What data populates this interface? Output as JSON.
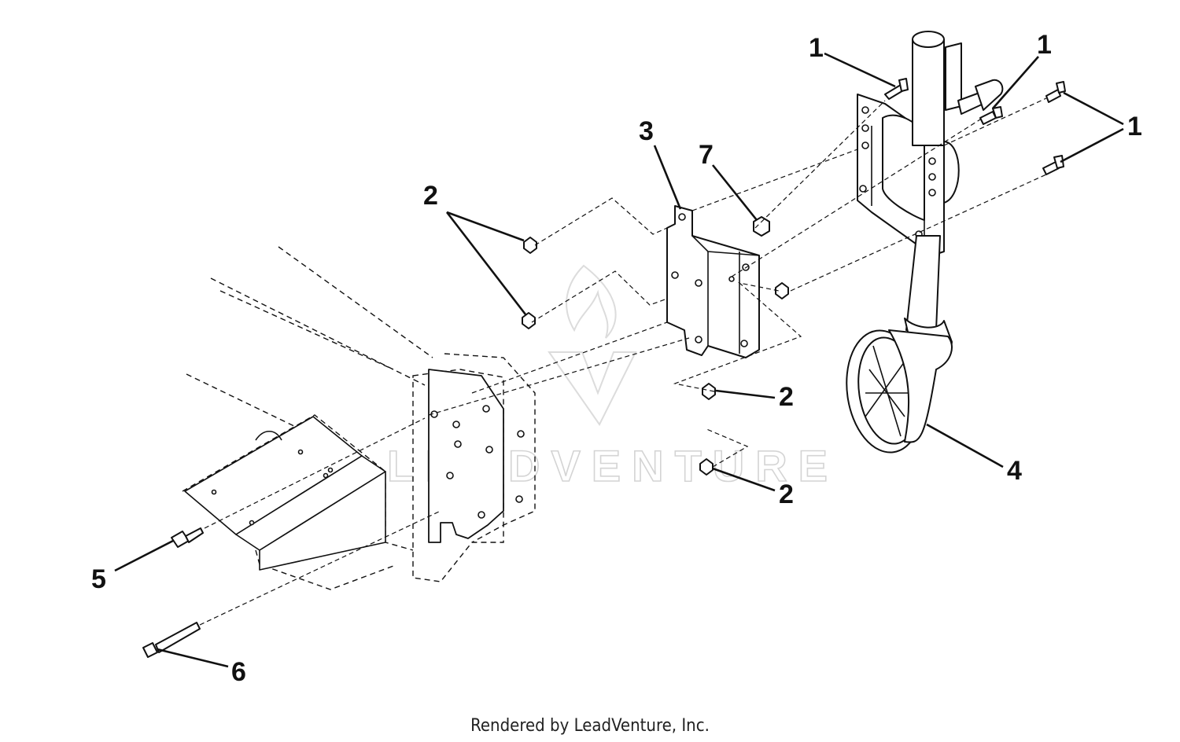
{
  "callouts": [
    {
      "id": "c1a",
      "label": "1"
    },
    {
      "id": "c1b",
      "label": "1"
    },
    {
      "id": "c1c",
      "label": "1"
    },
    {
      "id": "c2a",
      "label": "2"
    },
    {
      "id": "c2b",
      "label": "2"
    },
    {
      "id": "c2c",
      "label": "2"
    },
    {
      "id": "c3",
      "label": "3"
    },
    {
      "id": "c4",
      "label": "4"
    },
    {
      "id": "c5",
      "label": "5"
    },
    {
      "id": "c6",
      "label": "6"
    },
    {
      "id": "c7",
      "label": "7"
    }
  ],
  "watermark": {
    "text": "LEADVENTURE",
    "color": "#d4d4d4"
  },
  "footer": {
    "text": "Rendered by LeadVenture, Inc."
  }
}
